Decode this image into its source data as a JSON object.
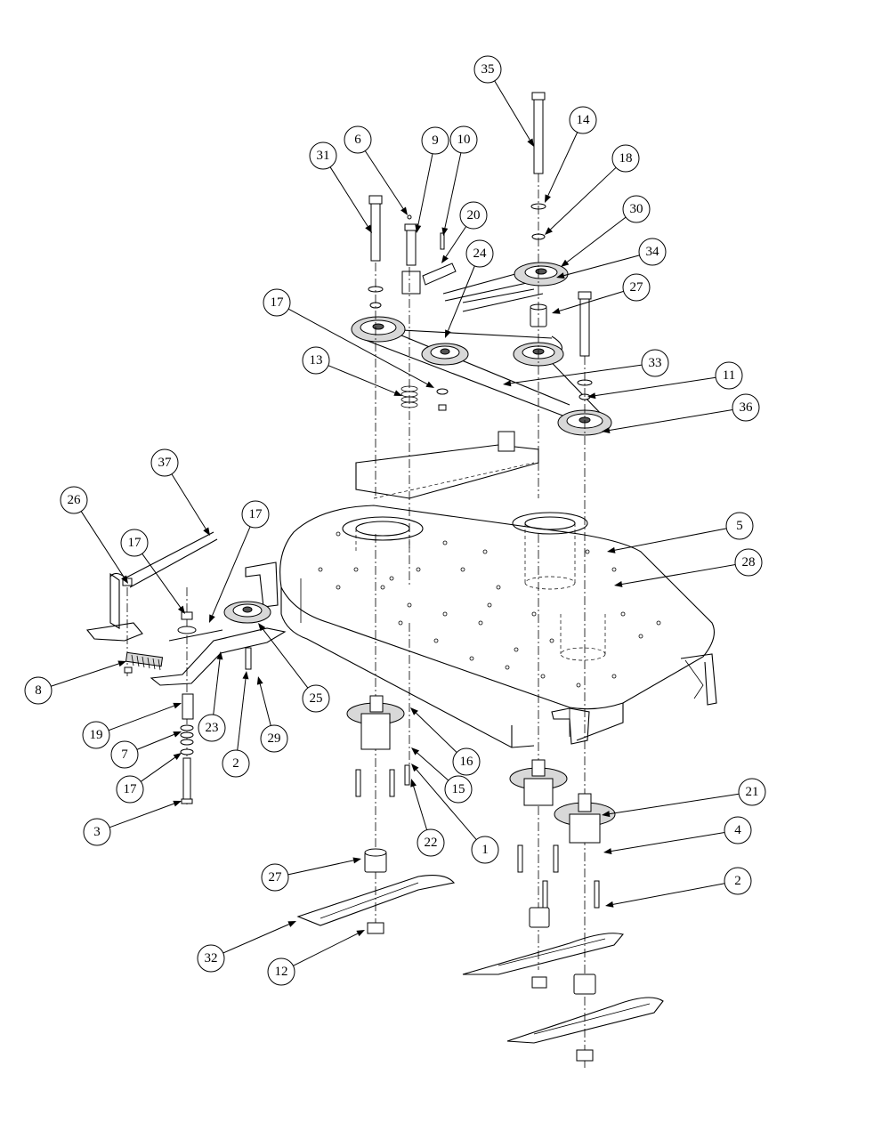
{
  "callouts": [
    {
      "number": "35"
    },
    {
      "number": "14"
    },
    {
      "number": "18"
    },
    {
      "number": "30"
    },
    {
      "number": "34"
    },
    {
      "number": "27"
    },
    {
      "number": "31"
    },
    {
      "number": "6"
    },
    {
      "number": "9"
    },
    {
      "number": "10"
    },
    {
      "number": "20"
    },
    {
      "number": "24"
    },
    {
      "number": "17"
    },
    {
      "number": "13"
    },
    {
      "number": "33"
    },
    {
      "number": "11"
    },
    {
      "number": "36"
    },
    {
      "number": "37"
    },
    {
      "number": "26"
    },
    {
      "number": "17"
    },
    {
      "number": "17"
    },
    {
      "number": "5"
    },
    {
      "number": "28"
    },
    {
      "number": "8"
    },
    {
      "number": "25"
    },
    {
      "number": "23"
    },
    {
      "number": "19"
    },
    {
      "number": "7"
    },
    {
      "number": "17"
    },
    {
      "number": "2"
    },
    {
      "number": "29"
    },
    {
      "number": "16"
    },
    {
      "number": "15"
    },
    {
      "number": "3"
    },
    {
      "number": "21"
    },
    {
      "number": "22"
    },
    {
      "number": "1"
    },
    {
      "number": "4"
    },
    {
      "number": "27"
    },
    {
      "number": "2"
    },
    {
      "number": "32"
    },
    {
      "number": "12"
    }
  ]
}
